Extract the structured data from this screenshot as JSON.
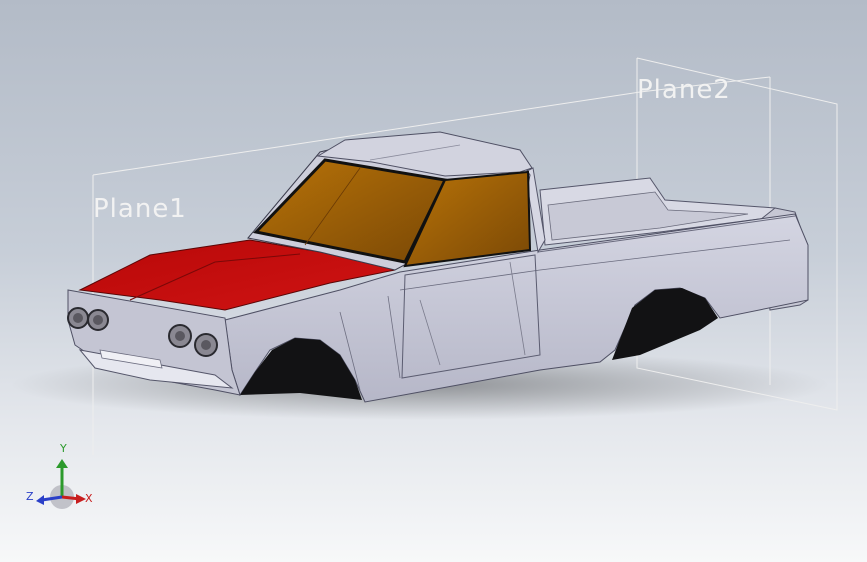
{
  "viewport": {
    "background": "gradient-grey-to-white",
    "model": "pickup-truck-body"
  },
  "planes": [
    {
      "label": "Plane1"
    },
    {
      "label": "Plane2"
    }
  ],
  "triad": {
    "x_label": "X",
    "y_label": "Y",
    "z_label": "Z",
    "colors": {
      "x": "#c81e1e",
      "y": "#2c9a2c",
      "z": "#2a3fc8"
    }
  },
  "colors": {
    "body": "#c9cad8",
    "hood": "#c20a0a",
    "glass": "#9a5c08",
    "shadow": "#1c1c1c"
  }
}
